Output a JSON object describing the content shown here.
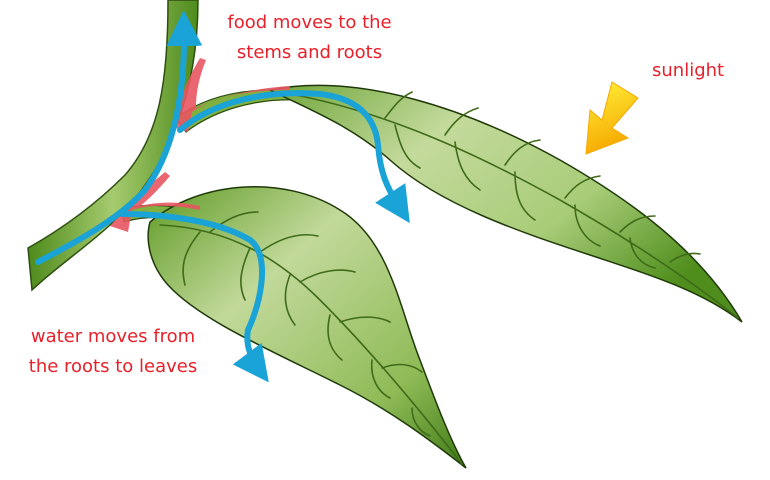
{
  "labels": {
    "food_line1": "food moves to the",
    "food_line2": "stems and roots",
    "water_line1": "water moves from",
    "water_line2": "the roots to leaves",
    "sunlight": "sunlight"
  },
  "colors": {
    "label_text": "#e8202a",
    "water_arrow": "#19a3d6",
    "food_arrow": "#e85560",
    "leaf_light": "#c2d99a",
    "leaf_dark": "#5e9a24",
    "vein": "#3f6b1a",
    "sun_arrow_top": "#fff23a",
    "sun_arrow_bottom": "#f6a800"
  },
  "icons": {
    "sun": "sunlight-arrow-icon"
  }
}
